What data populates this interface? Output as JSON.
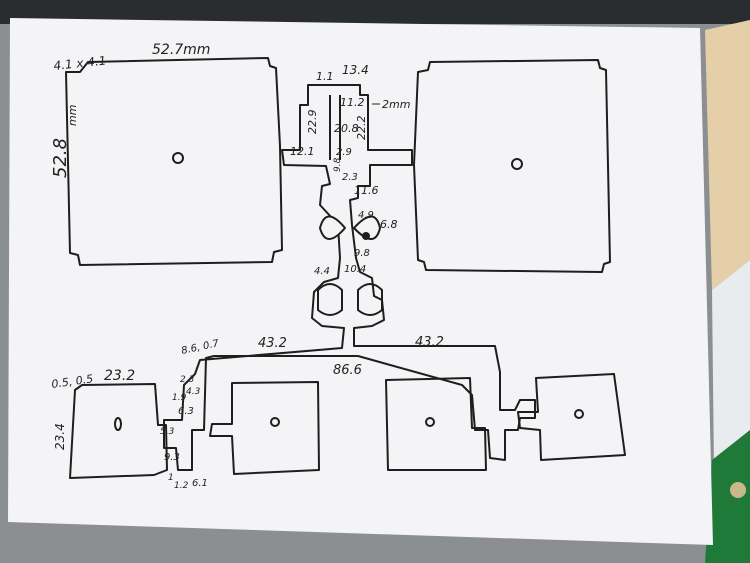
{
  "photo": {
    "colors": {
      "paper": "#f4f4f6",
      "ink": "#1e1e1e",
      "desk_top": "#2a2d30",
      "wood": "#e4cfa8",
      "pcb": "#1f7a3a"
    }
  },
  "labels": {
    "top_left_corner": "4.1 x 4.1",
    "top_left_width": "52.7mm",
    "top_left_height_a": "52.8",
    "top_left_height_b": "mm",
    "feed_left_top": "1.1",
    "feed_width": "13.4",
    "feed_inner": "11.2",
    "slot_gap": "2mm",
    "stub_22_9": "22.9",
    "stub_20_8": "20.8",
    "stub_22_2": "22.2",
    "stub_2_9": "2.9",
    "arm_12_1": "12.1",
    "vert_9_8": "9.8",
    "stub_2_3": "2.3",
    "stub_11_6": "11.6",
    "radius_4_9": "4.9",
    "radius_6_8": "6.8",
    "stub_9_8b": "9.8",
    "foot_4_4": "4.4",
    "foot_10_4": "10.4",
    "branch_left": "43.2",
    "branch_right": "43.2",
    "branch_total": "86.6",
    "branch_corner": "8.6, 0.7",
    "bottom_patch_corner": "0.5, 0.5",
    "bottom_patch_width": "23.2",
    "bottom_patch_height": "23.4",
    "step_2_3": "2.3",
    "step_4_3": "4.3",
    "step_1_9": "1.9",
    "step_6_3": "6.3",
    "step_5_3": "5.3",
    "step_9_3": "9.3",
    "step_1": "1",
    "step_1_2": "1.2",
    "step_6_1": "6.1"
  }
}
